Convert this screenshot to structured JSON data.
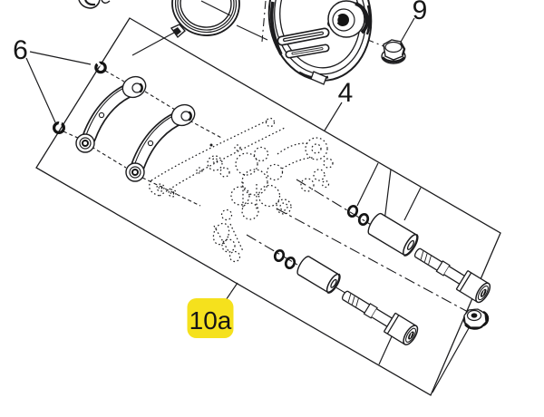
{
  "diagram": {
    "type": "exploded-parts-diagram",
    "background_color": "#ffffff",
    "line_color": "#1c1c1e",
    "highlight_color": "#f5e11d",
    "callouts": [
      {
        "id": "6",
        "label": "6",
        "highlighted": false
      },
      {
        "id": "9",
        "label": "9",
        "highlighted": false
      },
      {
        "id": "4",
        "label": "4",
        "highlighted": false
      },
      {
        "id": "10a",
        "label": "10a",
        "highlighted": true
      }
    ],
    "parts": [
      "retaining-ring",
      "brake-backing-plate",
      "hex-nut",
      "lock-washers",
      "torque-arm-brackets",
      "caliper-assembly-reference",
      "o-rings",
      "bushings",
      "socket-head-bolts",
      "flange-nut",
      "kit-boundary"
    ]
  }
}
